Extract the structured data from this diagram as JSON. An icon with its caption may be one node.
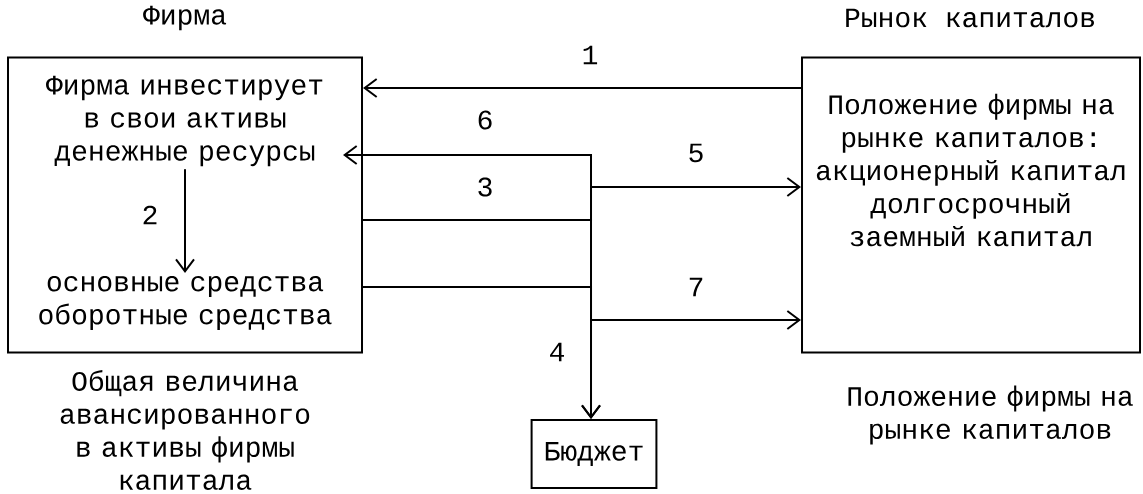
{
  "diagram": {
    "nodes": [
      {
        "text": [
          "Фирма"
        ],
        "beside": [
          "Общая величина авансированного в активы фирмы капитала"
        ]
      },
      {
        "text": [
          "Фирма инвестирует в свои активы денежные ресурсы"
        ],
        "in": 0
      },
      {
        "text": [
          "основные средства оборотные средства"
        ],
        "in": 0
      },
      {
        "text": [
          "Рынок капиталов",
          "Положение фирмы на рынке капиталов: акционерный капитал долгосрочный заемный капитал"
        ],
        "beside": [
          "Положение фирмы на рынке капиталов"
        ]
      },
      {
        "text": [
          "Бюджет"
        ]
      }
    ],
    "edges": [
      {
        "from": 3,
        "to": 0,
        "arrow": "to",
        "label": "1"
      },
      {
        "from": 1,
        "to": 2,
        "arrow": "to",
        "label": "2"
      },
      {
        "from": 0,
        "to": 1,
        "arrow": "to",
        "label": "6"
      },
      {
        "from": 0,
        "to": 4,
        "arrow": "to",
        "label": "3"
      },
      {
        "from": 0,
        "to": 3,
        "arrow": "to",
        "label": "5"
      },
      {
        "from": 0,
        "to": 4,
        "arrow": "to",
        "label": "4"
      },
      {
        "from": 0,
        "to": 3,
        "arrow": "to",
        "label": "7"
      }
    ]
  }
}
